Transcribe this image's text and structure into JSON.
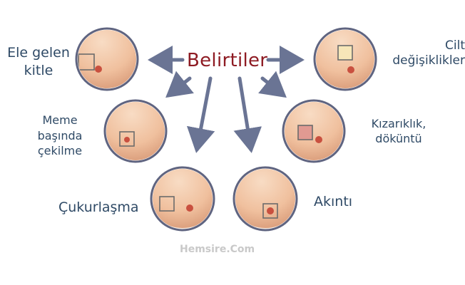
{
  "title": "Belirtiler",
  "symptoms": {
    "palpable_lump": "Ele gelen\nkitle",
    "skin_changes": "Cilt\ndeğişiklikler",
    "nipple_retraction": "Meme\nbaşında\nçekilme",
    "redness_rash": "Kızarıklık,\ndöküntü",
    "dimpling": "Çukurlaşma",
    "discharge": "Akıntı"
  },
  "watermark": "Hemsire.Com",
  "colors": {
    "title": "#8e1b23",
    "label": "#2f4a66",
    "arrow": "#6a7494",
    "circle_border": "#5f6480",
    "skin": "#f2c6a4",
    "nipple": "#c9503f",
    "highlight_box": "#6b6b6b"
  }
}
